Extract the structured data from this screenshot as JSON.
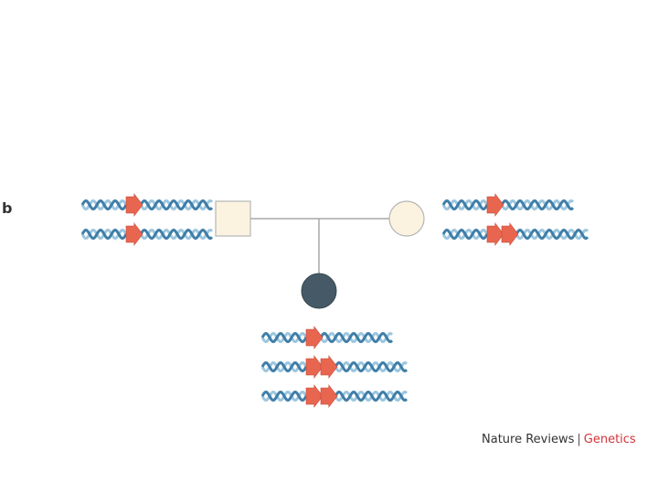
{
  "panel": {
    "label": "b"
  },
  "pedigree": {
    "father": {
      "shape": "square",
      "affected": false,
      "repeat_counts": [
        1,
        1
      ]
    },
    "mother": {
      "shape": "circle",
      "affected": false,
      "repeat_counts": [
        1,
        2
      ]
    },
    "child": {
      "shape": "circle",
      "affected": true,
      "repeat_counts": [
        1,
        2,
        2
      ]
    }
  },
  "colors": {
    "dna_strand_dark": "#3f7ea8",
    "dna_strand_light": "#9cc6df",
    "repeat_arrow": "#e8664f",
    "unaffected_fill": "#fbf3e0",
    "unaffected_stroke": "#b5b5b5",
    "affected_fill": "#455a66",
    "line": "#a8a8a8",
    "credit_accent": "#d1343a"
  },
  "credit": {
    "journal": "Nature Reviews",
    "separator": "|",
    "section": "Genetics"
  }
}
